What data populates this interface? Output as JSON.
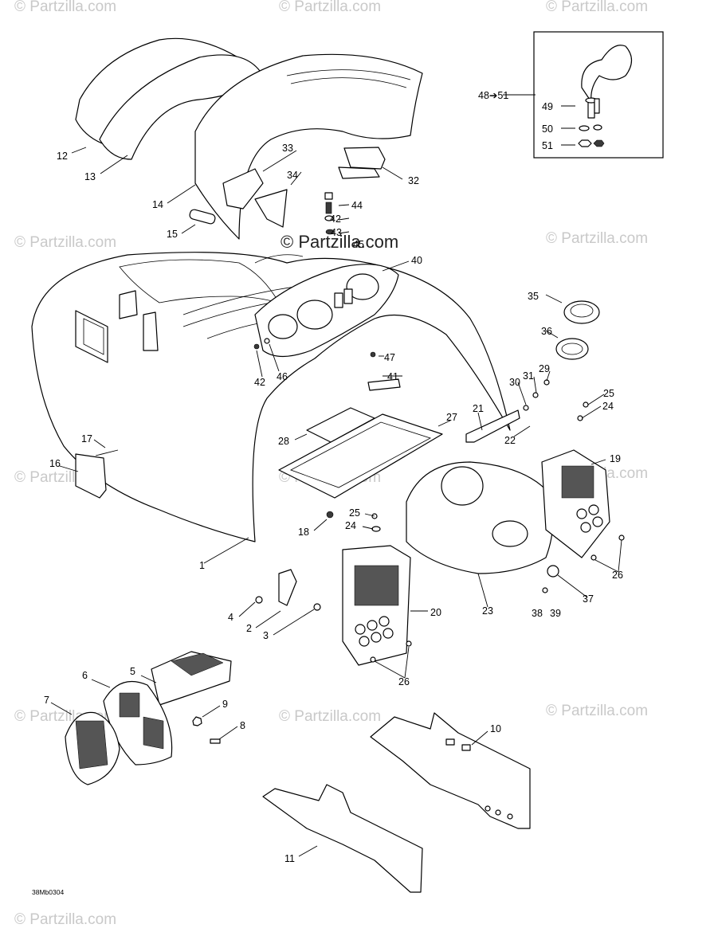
{
  "diagram": {
    "watermarks": [
      "© Partzilla.com",
      "© Partzilla.com",
      "© Partzilla.com",
      "© Partzilla.com",
      "© Partzilla.com",
      "© Partzilla.com",
      "© Partzilla.com",
      "© Partzilla.com",
      "© Partzilla.com",
      "© Partzilla.com",
      "© Partzilla.com",
      "© Partzilla.com"
    ],
    "center_watermark": "© Partzilla.com",
    "drawing_code": "38Mb0304",
    "inset_label": "48➔51",
    "callouts": {
      "c1": "1",
      "c2": "2",
      "c3": "3",
      "c4": "4",
      "c5": "5",
      "c6": "6",
      "c7": "7",
      "c8": "8",
      "c9": "9",
      "c10": "10",
      "c11": "11",
      "c12": "12",
      "c13": "13",
      "c14": "14",
      "c15": "15",
      "c16": "16",
      "c17": "17",
      "c18": "18",
      "c19": "19",
      "c20": "20",
      "c21": "21",
      "c22": "22",
      "c23": "23",
      "c24a": "24",
      "c24b": "24",
      "c25a": "25",
      "c25b": "25",
      "c26a": "26",
      "c26b": "26",
      "c27": "27",
      "c28": "28",
      "c29": "29",
      "c30": "30",
      "c31": "31",
      "c32": "32",
      "c33": "33",
      "c34": "34",
      "c35": "35",
      "c36": "36",
      "c37": "37",
      "c38": "38",
      "c39": "39",
      "c40": "40",
      "c41": "41",
      "c42a": "42",
      "c42b": "42",
      "c43": "43",
      "c44": "44",
      "c45": "45",
      "c46": "46",
      "c47": "47",
      "c49": "49",
      "c50": "50",
      "c51": "51"
    }
  }
}
